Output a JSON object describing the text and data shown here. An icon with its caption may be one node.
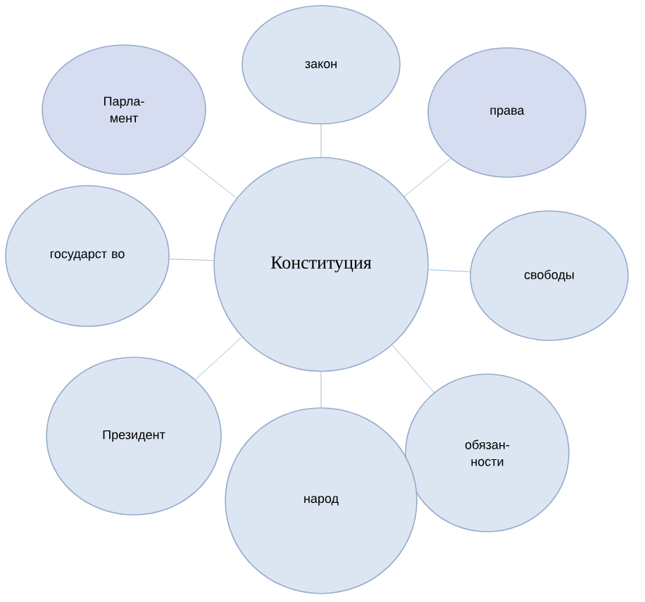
{
  "diagram": {
    "nodes": [
      {
        "text": [
          "Конституция"
        ]
      },
      {
        "text": [
          "закон"
        ]
      },
      {
        "text": [
          "Парла- мент"
        ]
      },
      {
        "text": [
          "права"
        ]
      },
      {
        "text": [
          "государст во"
        ]
      },
      {
        "text": [
          "свободы"
        ]
      },
      {
        "text": [
          "Президент"
        ]
      },
      {
        "text": [
          "обязан- ности"
        ]
      },
      {
        "text": [
          "народ"
        ]
      }
    ],
    "edges": [
      {
        "from": 0,
        "to": 1,
        "arrow": "none"
      },
      {
        "from": 0,
        "to": 2,
        "arrow": "none"
      },
      {
        "from": 0,
        "to": 3,
        "arrow": "none"
      },
      {
        "from": 0,
        "to": 4,
        "arrow": "none"
      },
      {
        "from": 0,
        "to": 5,
        "arrow": "none"
      },
      {
        "from": 0,
        "to": 6,
        "arrow": "none"
      },
      {
        "from": 0,
        "to": 7,
        "arrow": "none"
      },
      {
        "from": 0,
        "to": 8,
        "arrow": "none"
      }
    ]
  }
}
